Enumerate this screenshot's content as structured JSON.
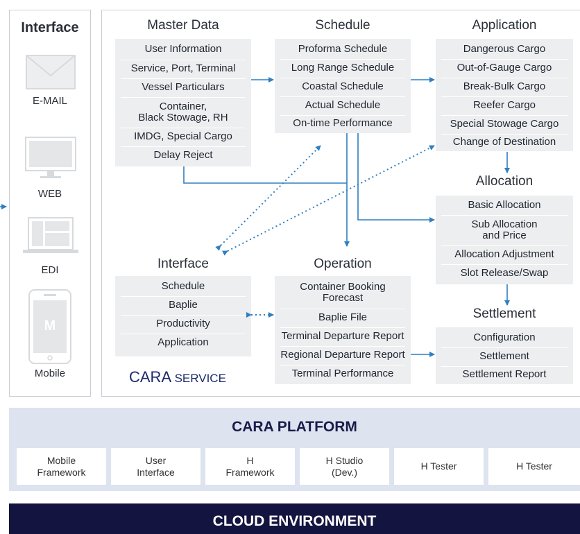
{
  "interface_panel": {
    "title": "Interface",
    "channels": [
      {
        "label": "E-MAIL",
        "icon": "envelope-icon"
      },
      {
        "label": "WEB",
        "icon": "monitor-icon"
      },
      {
        "label": "EDI",
        "icon": "laptop-icon"
      },
      {
        "label": "Mobile",
        "icon": "smartphone-icon"
      }
    ],
    "mobile_icon_letter": "M"
  },
  "service": {
    "master_data": {
      "title": "Master Data",
      "items": [
        "User Information",
        "Service, Port, Terminal",
        "Vessel Particulars",
        "Container,\nBlack Stowage, RH",
        "IMDG, Special Cargo",
        "Delay Reject"
      ]
    },
    "schedule": {
      "title": "Schedule",
      "items": [
        "Proforma Schedule",
        "Long Range Schedule",
        "Coastal Schedule",
        "Actual Schedule",
        "On-time Performance"
      ]
    },
    "application": {
      "title": "Application",
      "items": [
        "Dangerous Cargo",
        "Out-of-Gauge Cargo",
        "Break-Bulk Cargo",
        "Reefer Cargo",
        "Special Stowage Cargo",
        "Change of Destination"
      ]
    },
    "allocation": {
      "title": "Allocation",
      "items": [
        "Basic Allocation",
        "Sub Allocation\nand Price",
        "Allocation Adjustment",
        "Slot Release/Swap"
      ]
    },
    "interface": {
      "title": "Interface",
      "items": [
        "Schedule",
        "Baplie",
        "Productivity",
        "Application"
      ]
    },
    "operation": {
      "title": "Operation",
      "items": [
        "Container Booking\nForecast",
        "Baplie File",
        "Terminal Departure Report",
        "Regional Departure Report",
        "Terminal Performance"
      ]
    },
    "settlement": {
      "title": "Settlement",
      "items": [
        "Configuration",
        "Settlement",
        "Settlement Report"
      ]
    },
    "brand": {
      "main": "CARA",
      "sub": "SERVICE"
    }
  },
  "platform": {
    "title": "CARA PLATFORM",
    "items": [
      "Mobile\nFramework",
      "User\nInterface",
      "H\nFramework",
      "H Studio\n(Dev.)",
      "H Tester",
      "H Tester"
    ]
  },
  "cloud": {
    "title": "CLOUD ENVIRONMENT"
  },
  "colors": {
    "box_bg": "#eceeef",
    "arrow": "#2f7fc1",
    "platform_bg": "#dde3ef",
    "cloud_bg": "#141440",
    "platform_title": "#1b1b4a"
  }
}
